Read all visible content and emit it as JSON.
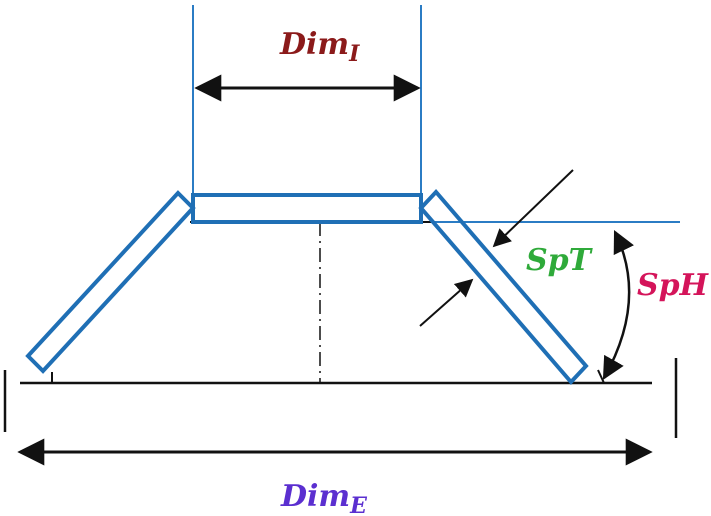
{
  "labels": {
    "dim_internal": {
      "main": "Dim",
      "sub": "I"
    },
    "dim_external": {
      "main": "Dim",
      "sub": "E"
    },
    "spring_thickness": "SpT",
    "spring_height": "SpH"
  },
  "colors": {
    "part_outline": "#1f6fb5",
    "guide_line": "#2b7cc4",
    "dim_line": "#111111",
    "dim_internal_label": "#8b1a1a",
    "dim_external_label": "#5b2fd0",
    "spt_label": "#2faa3a",
    "sph_label": "#d4145a"
  }
}
